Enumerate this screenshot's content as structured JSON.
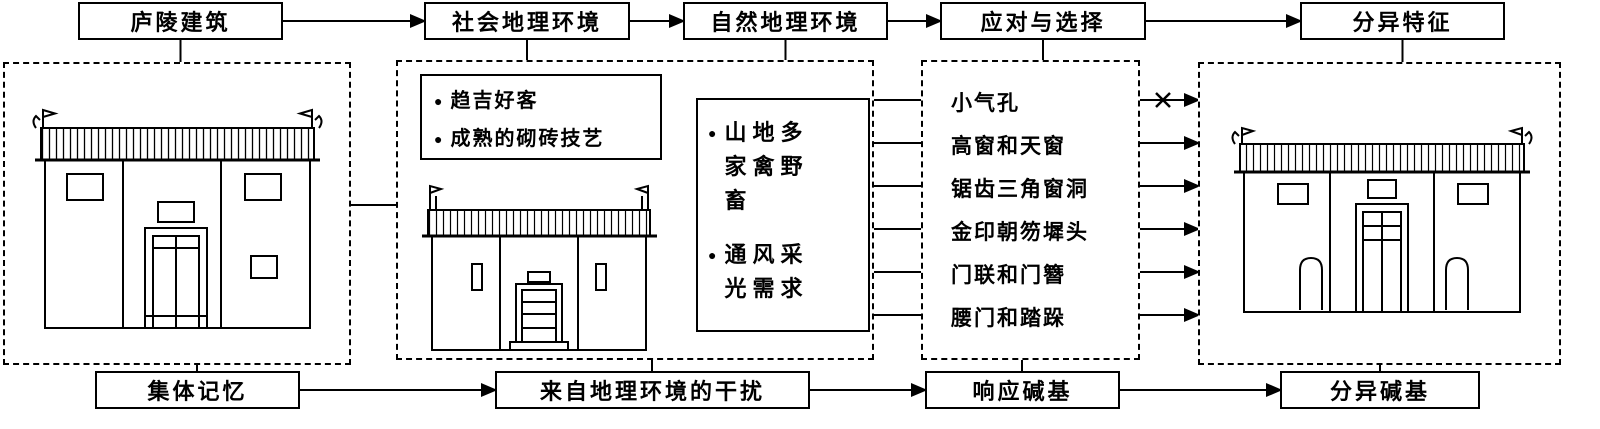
{
  "diagram": {
    "top_row": [
      {
        "label": "庐陵建筑"
      },
      {
        "label": "社会地理环境"
      },
      {
        "label": "自然地理环境"
      },
      {
        "label": "应对与选择"
      },
      {
        "label": "分异特征"
      }
    ],
    "bottom_row": [
      {
        "label": "集体记忆"
      },
      {
        "label": "来自地理环境的干扰"
      },
      {
        "label": "响应碱基"
      },
      {
        "label": "分异碱基"
      }
    ],
    "social_factors": {
      "bullet": "●",
      "items": [
        {
          "label": "趋吉好客"
        },
        {
          "label": "成熟的砌砖技艺"
        }
      ]
    },
    "natural_factors": {
      "bullet": "●",
      "items": [
        {
          "label": "山地多家禽野畜"
        },
        {
          "label": "通风采光需求"
        }
      ]
    },
    "responses": {
      "items": [
        {
          "label": "小气孔",
          "arrow_to_result": "blocked"
        },
        {
          "label": "高窗和天窗",
          "arrow_to_result": "normal"
        },
        {
          "label": "锯齿三角窗洞",
          "arrow_to_result": "normal"
        },
        {
          "label": "金印朝笏墀头",
          "arrow_to_result": "normal"
        },
        {
          "label": "门联和门簪",
          "arrow_to_result": "normal"
        },
        {
          "label": "腰门和踏跺",
          "arrow_to_result": "normal"
        }
      ]
    },
    "colors": {
      "line": "#000000",
      "background": "#ffffff"
    }
  }
}
